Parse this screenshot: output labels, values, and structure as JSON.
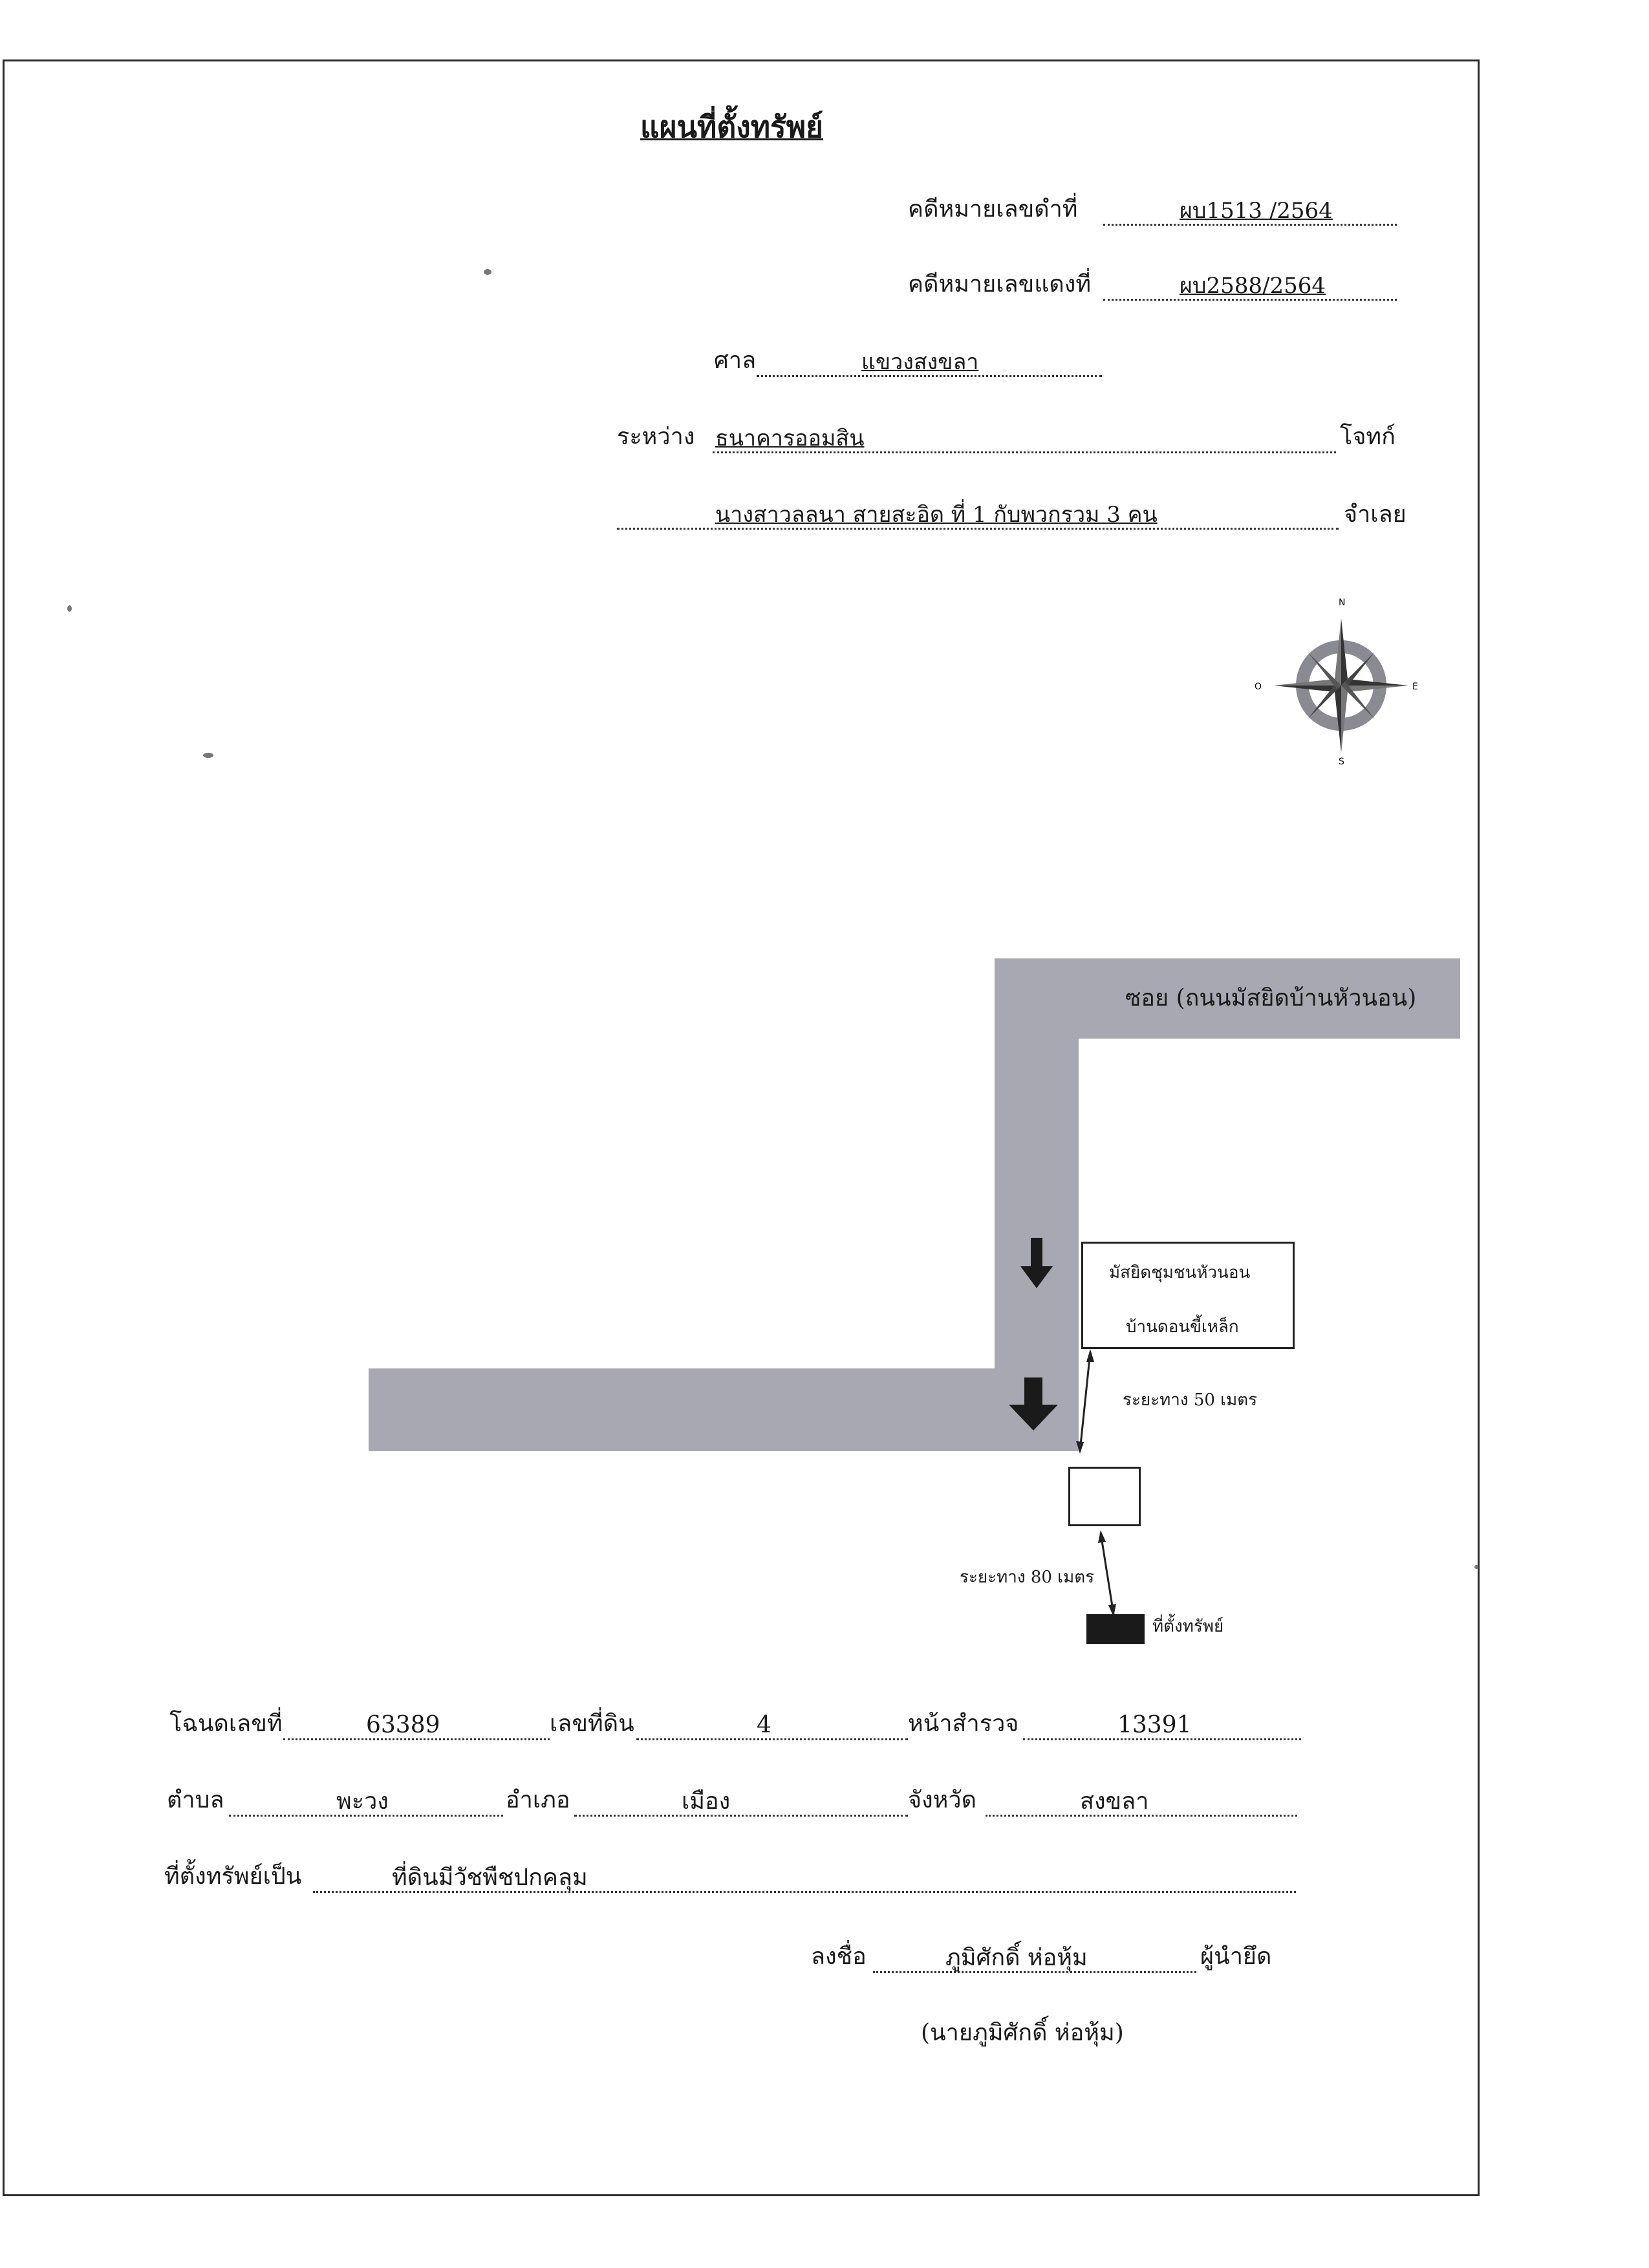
{
  "document": {
    "title": "แผนที่ตั้งทรัพย์",
    "black_case": {
      "label": "คดีหมายเลขดำที่",
      "value": "ผบ1513 /2564"
    },
    "red_case": {
      "label": "คดีหมายเลขแดงที่",
      "value": "ผบ2588/2564"
    },
    "court": {
      "label": "ศาล",
      "value": "แขวงสงขลา"
    },
    "between": {
      "label": "ระหว่าง",
      "plaintiff": "ธนาคารออมสิน",
      "plaintiff_role": "โจทก์",
      "defendant": "นางสาวลลนา สายสะอิด ที่ 1 กับพวกรวม 3 คน",
      "defendant_role": "จำเลย"
    }
  },
  "compass": {
    "n": "N",
    "e": "E",
    "s": "S",
    "w": "O"
  },
  "map": {
    "road_label": "ซอย (ถนนมัสยิดบ้านหัวนอน)",
    "mosque_line1": "มัสยิดชุมชนหัวนอน",
    "mosque_line2": "บ้านดอนขี้เหล็ก",
    "distance1": "ระยะทาง 50 เมตร",
    "distance2": "ระยะทาง 80 เมตร",
    "property_label": "ที่ตั้งทรัพย์"
  },
  "land": {
    "deed_label": "โฉนดเลขที่",
    "deed_value": "63389",
    "land_no_label": "เลขที่ดิน",
    "land_no_value": "4",
    "survey_label": "หน้าสำรวจ",
    "survey_value": "13391",
    "tambon_label": "ตำบล",
    "tambon_value": "พะวง",
    "amphoe_label": "อำเภอ",
    "amphoe_value": "เมือง",
    "province_label": "จังหวัด",
    "province_value": "สงขลา",
    "location_label": "ที่ตั้งทรัพย์เป็น",
    "location_value": "ที่ดินมีวัชพืชปกคลุม"
  },
  "signature": {
    "label": "ลงชื่อ",
    "name": "ภูมิศักดิ์  ห่อหุ้ม",
    "role": "ผู้นำยึด",
    "printed_name": "(นายภูมิศักดิ์   ห่อหุ้ม)"
  }
}
